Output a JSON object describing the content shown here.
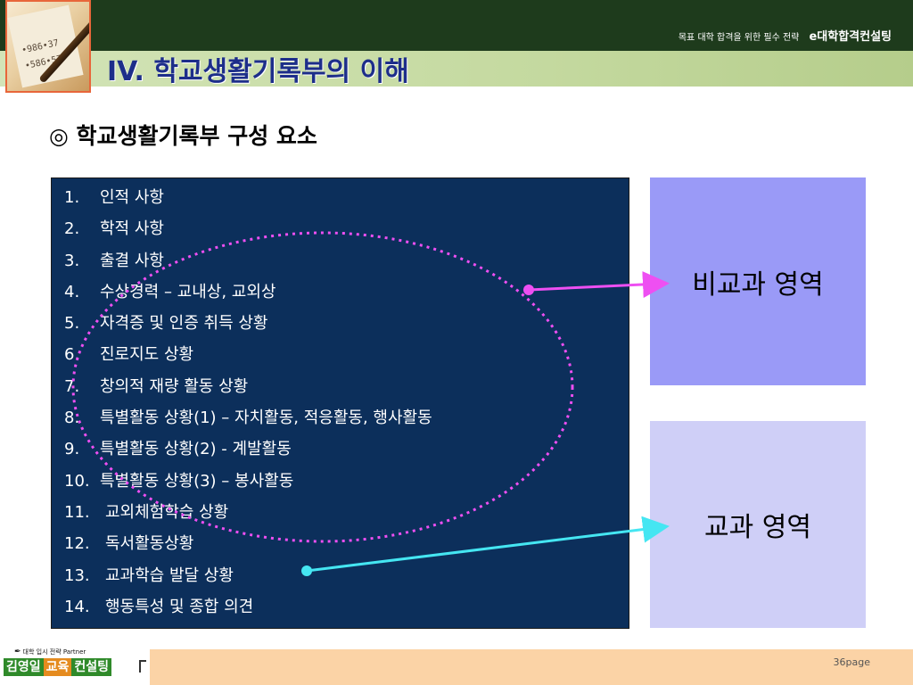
{
  "header": {
    "tagline_small": "목표 대학 합격을 위한 필수 전략",
    "tagline_brand": "e대학합격컨설팅",
    "logo_text": [
      "•986•37",
      "•586•57"
    ]
  },
  "title": "IV. 학교생활기록부의 이해",
  "subtitle": "◎ 학교생활기록부 구성 요소",
  "items": [
    {
      "num": "1.",
      "label": "인적 사항"
    },
    {
      "num": "2.",
      "label": "학적 사항"
    },
    {
      "num": "3.",
      "label": "출결 사항"
    },
    {
      "num": "4.",
      "label": "수상경력 – 교내상, 교외상"
    },
    {
      "num": "5.",
      "label": "자격증 및 인증 취득 상황"
    },
    {
      "num": "6.",
      "label": "진로지도 상황"
    },
    {
      "num": "7.",
      "label": "창의적 재량 활동 상황"
    },
    {
      "num": "8.",
      "label": "특별활동 상황(1) – 자치활동, 적응활동, 행사활동"
    },
    {
      "num": "9.",
      "label": "특별활동 상황(2) - 계발활동"
    },
    {
      "num": "10.",
      "label": "특별활동 상황(3) – 봉사활동"
    },
    {
      "num": "11.",
      "label": "교외체험학습 상황"
    },
    {
      "num": "12.",
      "label": "독서활동상황"
    },
    {
      "num": "13.",
      "label": "교과학습 발달 상황"
    },
    {
      "num": "14.",
      "label": "행동특성 및 종합 의견"
    }
  ],
  "areas": {
    "non_subject": "비교과 영역",
    "subject": "교과 영역"
  },
  "colors": {
    "header_dark": "#1e3b1c",
    "title_text": "#1d2e8a",
    "list_bg": "#0c2f5b",
    "non_subject_bg": "#9a9af7",
    "subject_bg": "#cfcff7",
    "ellipse": "#ee4ff2",
    "arrow_pink": "#ee4ff2",
    "arrow_cyan": "#45e6f2",
    "footer_bg": "#fbd3a6"
  },
  "footer": {
    "tag": "대학 입시 전략 Partner",
    "brand_1": "김영일",
    "brand_2": "교육",
    "brand_3": "컨설팅",
    "page": "36page"
  }
}
